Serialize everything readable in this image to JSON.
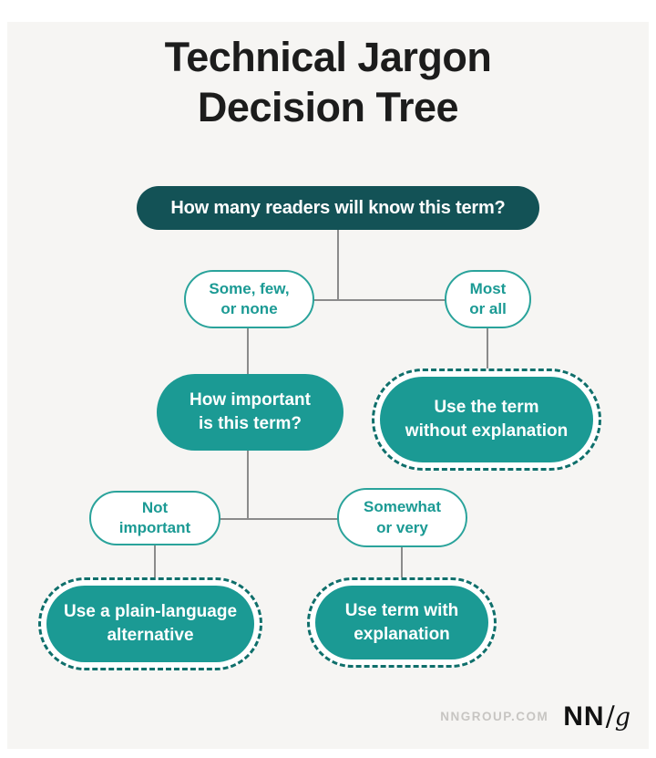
{
  "title": {
    "text": "Technical Jargon\nDecision Tree"
  },
  "tree": {
    "root_question": "How many readers will know this term?",
    "branch_some_few": "Some, few,\nor none",
    "branch_most_all": "Most\nor all",
    "question_importance": "How important\nis this term?",
    "outcome_use_term": "Use the term\nwithout explanation",
    "branch_not_important": "Not\nimportant",
    "branch_somewhat_very": "Somewhat\nor very",
    "outcome_plain_language": "Use a plain-language\nalternative",
    "outcome_term_explanation": "Use term with\nexplanation"
  },
  "footer": {
    "website": "NNGROUP.COM",
    "logo_nn": "NN",
    "logo_slash": "/",
    "logo_g": "g"
  },
  "colors": {
    "dark_teal": "#135256",
    "teal": "#1b9a94",
    "outline_teal": "#2aa39b",
    "dash_teal": "#0f6f6b",
    "line_gray": "#8b8b8b",
    "canvas": "#f6f5f3",
    "title_text": "#1c1c1c",
    "footer_gray": "#c7c5c2"
  }
}
